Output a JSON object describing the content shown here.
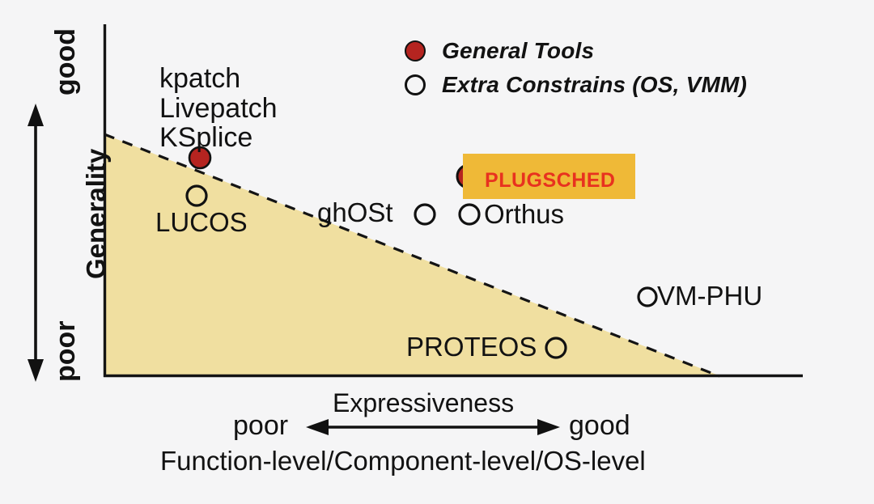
{
  "chart_data": {
    "type": "scatter",
    "title": "",
    "xlabel": "Expressiveness",
    "ylabel": "Generality",
    "x_axis": {
      "label": "Expressiveness",
      "low_tick": "poor",
      "high_tick": "good",
      "sublabel": "Function-level/Component-level/OS-level",
      "arrow": "double-headed"
    },
    "y_axis": {
      "label": "Generality",
      "low_tick": "poor",
      "high_tick": "good",
      "arrow": "double-headed"
    },
    "grid": false,
    "legend_position": "top-center",
    "series": [
      {
        "name": "General Tools",
        "marker": "filled-circle",
        "color": "#b52420",
        "points": [
          {
            "label": "kpatch\nLivepatch\nKSplice",
            "x": 0.13,
            "y": 0.65
          },
          {
            "label": "PLUGSCHED",
            "x": 0.52,
            "y": 0.57,
            "highlighted": true
          }
        ]
      },
      {
        "name": "Extra Constrains (OS, VMM)",
        "marker": "hollow-circle",
        "color": "#ffffff",
        "points": [
          {
            "label": "LUCOS",
            "x": 0.13,
            "y": 0.51
          },
          {
            "label": "ghOSt",
            "x": 0.46,
            "y": 0.46
          },
          {
            "label": "Orthus",
            "x": 0.52,
            "y": 0.46
          },
          {
            "label": "VM-PHU",
            "x": 0.78,
            "y": 0.23
          },
          {
            "label": "PROTEOS",
            "x": 0.65,
            "y": 0.08
          }
        ]
      }
    ],
    "annotations": [
      {
        "name": "feasible-region",
        "type": "shaded-triangle",
        "color": "#f0dfa0",
        "boundary": "dashed-line",
        "description": "Shaded triangle under a dashed frontier from upper-left of y-axis down to the x-axis at right"
      }
    ]
  },
  "legend": {
    "items": [
      {
        "label": "General Tools",
        "marker": "filled-circle",
        "color": "#b52420"
      },
      {
        "label": "Extra Constrains (OS, VMM)",
        "marker": "hollow-circle",
        "color": "#ffffff"
      }
    ]
  },
  "axes": {
    "y_top_word": "good",
    "y_bottom_word": "poor",
    "y_title": "Generality",
    "x_title": "Expressiveness",
    "x_left_word": "poor",
    "x_right_word": "good",
    "x_subtitle": "Function-level/Component-level/OS-level"
  },
  "points": {
    "kpatch_group": {
      "line1": "kpatch",
      "line2": "Livepatch",
      "line3": "KSplice"
    },
    "lucos": "LUCOS",
    "ghost": "ghOSt",
    "orthus": "Orthus",
    "plugsched": "PLUGSCHED",
    "vmphu": "VM-PHU",
    "proteos": "PROTEOS"
  },
  "colors": {
    "background": "#f5f5f6",
    "axis": "#111111",
    "general_tool_fill": "#b52420",
    "shaded_region": "#f0dfa0",
    "highlight_box": "#efb937",
    "highlight_text": "#e8321f"
  }
}
